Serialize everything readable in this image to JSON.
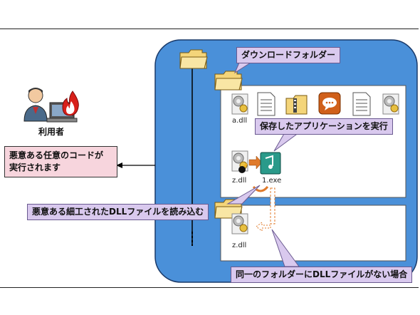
{
  "labels": {
    "user": "利用者",
    "download_folder": "ダウンロードフォルダー",
    "save_and_run": "保存したアプリケーションを実行",
    "malicious_code": "悪意ある任意のコードが\n実行されます",
    "malicious_dll_load": "悪意ある細工されたDLLファイルを読み込む",
    "no_dll_in_folder": "同一のフォルダーにDLLファイルがない場合"
  },
  "files": {
    "a_dll": "a.dll",
    "z_dll_top": "z.dll",
    "exe": "1.exe",
    "z_dll_bottom": "z.dll"
  },
  "colors": {
    "container_blue": "#4a90d9",
    "panel_white": "#ffffff",
    "callout_purple": "#d9c9ee",
    "callout_pink": "#f7d5dd",
    "arrow_orange": "#e07a2a"
  },
  "icons": [
    "user-pc-icon",
    "fire-icon",
    "folder-icon",
    "gear-dll-icon",
    "document-icon",
    "zip-icon",
    "chat-icon",
    "music-exe-icon",
    "bomb-icon"
  ]
}
